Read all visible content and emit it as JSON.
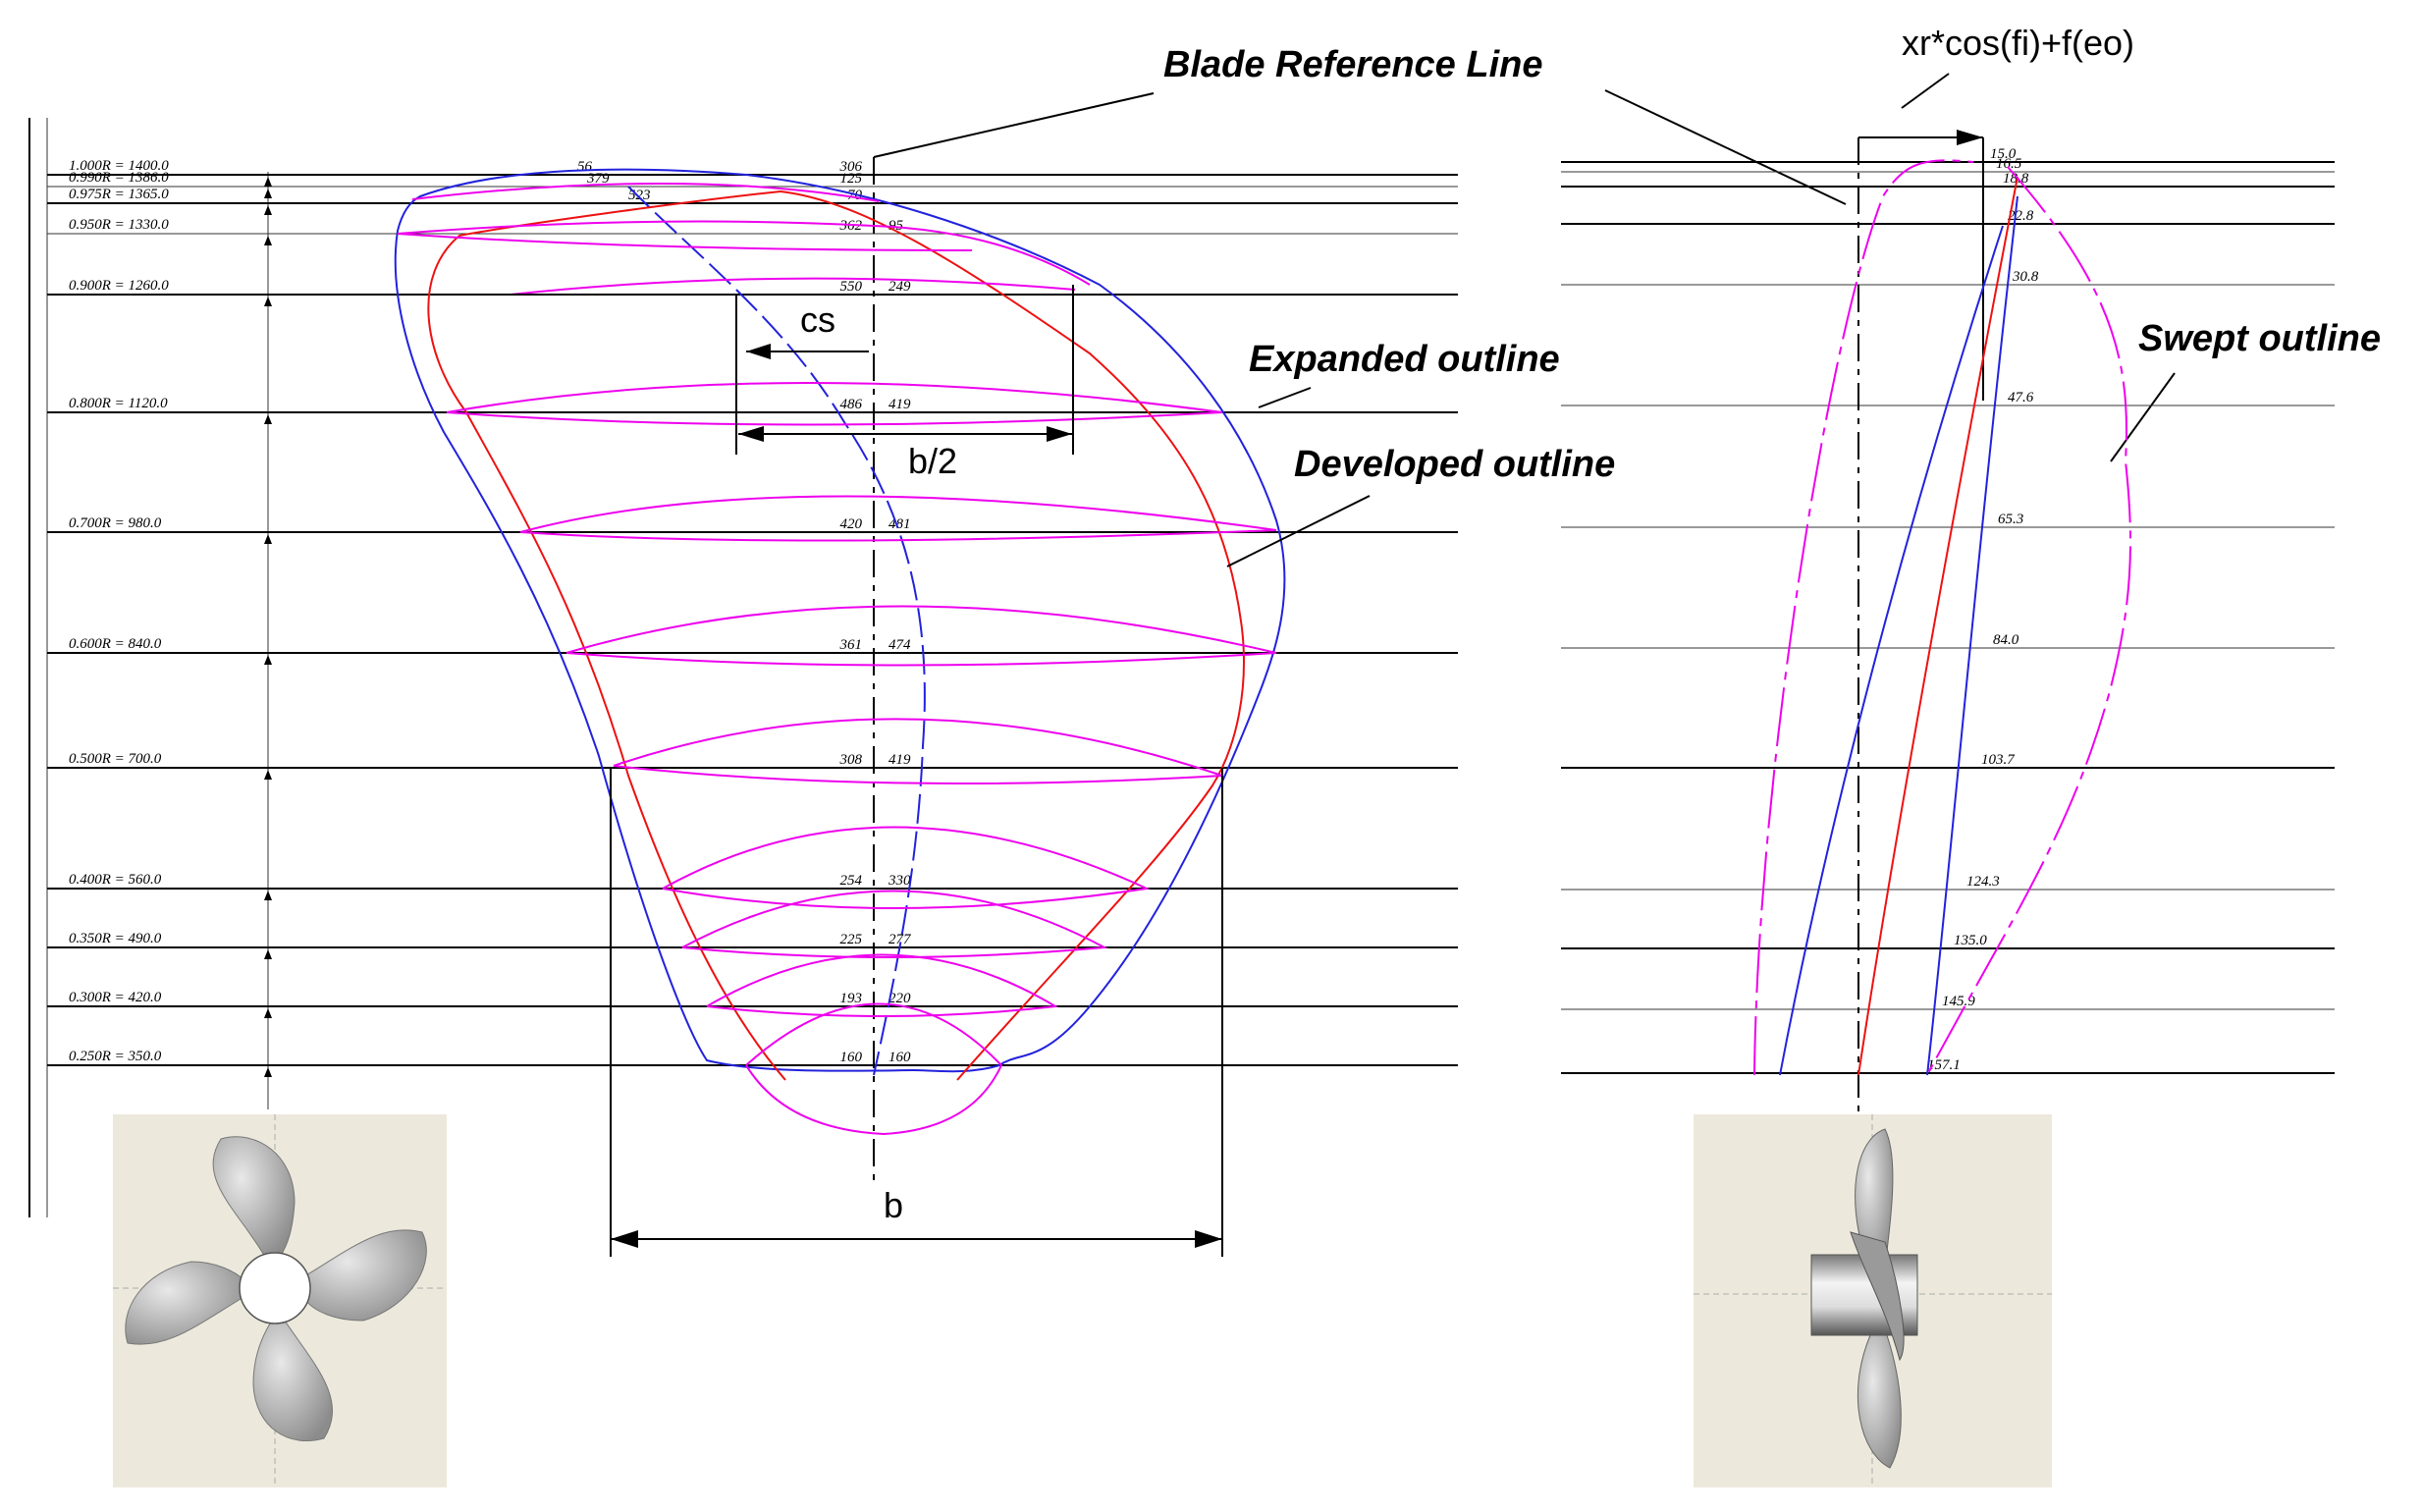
{
  "callouts": {
    "blade_reference_line": "Blade Reference Line",
    "formula": "xr*cos(fi)+f(eo)",
    "expanded_outline": "Expanded outline",
    "developed_outline": "Developed outline",
    "swept_outline": "Swept outline"
  },
  "dimensions": {
    "cs": "cs",
    "half_chord": "b/2",
    "chord": "b"
  },
  "sections": [
    {
      "label": "1.000R = 1400.0",
      "left": "56",
      "mid": "306",
      "right": ""
    },
    {
      "label": "0.990R = 1386.0",
      "left": "379",
      "mid": "125",
      "right": ""
    },
    {
      "label": "0.975R = 1365.0",
      "left": "523",
      "mid": "70",
      "right": ""
    },
    {
      "label": "0.950R = 1330.0",
      "left": "",
      "mid": "362",
      "right": "95"
    },
    {
      "label": "0.900R = 1260.0",
      "left": "",
      "mid": "550",
      "right": "249"
    },
    {
      "label": "0.800R = 1120.0",
      "left": "",
      "mid": "486",
      "right": "419"
    },
    {
      "label": "0.700R =   980.0",
      "left": "",
      "mid": "420",
      "right": "481"
    },
    {
      "label": "0.600R =   840.0",
      "left": "",
      "mid": "361",
      "right": "474"
    },
    {
      "label": "0.500R =   700.0",
      "left": "",
      "mid": "308",
      "right": "419"
    },
    {
      "label": "0.400R =   560.0",
      "left": "",
      "mid": "254",
      "right": "330"
    },
    {
      "label": "0.350R =   490.0",
      "left": "",
      "mid": "225",
      "right": "277"
    },
    {
      "label": "0.300R =   420.0",
      "left": "",
      "mid": "193",
      "right": "220"
    },
    {
      "label": "0.250R =   350.0",
      "left": "",
      "mid": "160",
      "right": "160"
    }
  ],
  "skew_values": [
    "15.0",
    "16.5",
    "18.8",
    "22.8",
    "30.8",
    "47.6",
    "65.3",
    "84.0",
    "103.7",
    "124.3",
    "135.0",
    "145.9",
    "157.1"
  ],
  "colors": {
    "expanded": "#2222dd",
    "developed": "#ee1111",
    "section": "#ee00ee",
    "lines": "#000000",
    "thumb_bg": "#ece9dc",
    "blade_fill": "#b8b8b8"
  },
  "icons": {
    "front_view": "propeller-front-view-icon",
    "side_view": "propeller-side-view-icon"
  }
}
